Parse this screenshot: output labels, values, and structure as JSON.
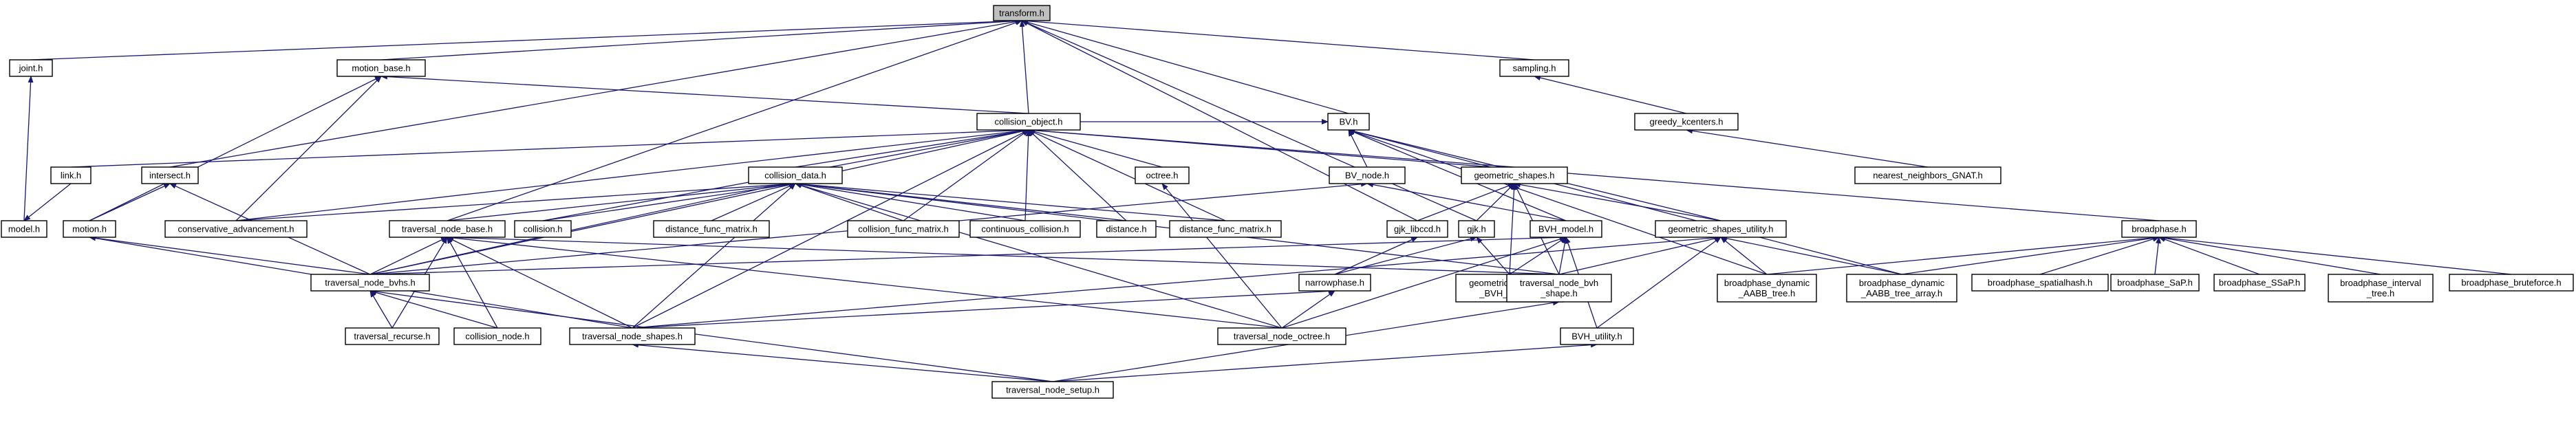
{
  "edge_color": "#191970",
  "root_fill": "#bfbfbf",
  "nodes": [
    {
      "id": "transform",
      "lines": [
        "transform.h"
      ],
      "root": true
    },
    {
      "id": "joint",
      "lines": [
        "joint.h"
      ]
    },
    {
      "id": "motion_base",
      "lines": [
        "motion_base.h"
      ]
    },
    {
      "id": "sampling",
      "lines": [
        "sampling.h"
      ]
    },
    {
      "id": "collision_object",
      "lines": [
        "collision_object.h"
      ]
    },
    {
      "id": "bv",
      "lines": [
        "BV.h"
      ]
    },
    {
      "id": "greedy_kcenters",
      "lines": [
        "greedy_kcenters.h"
      ]
    },
    {
      "id": "link",
      "lines": [
        "link.h"
      ]
    },
    {
      "id": "intersect",
      "lines": [
        "intersect.h"
      ]
    },
    {
      "id": "collision_data",
      "lines": [
        "collision_data.h"
      ]
    },
    {
      "id": "octree",
      "lines": [
        "octree.h"
      ]
    },
    {
      "id": "bv_node",
      "lines": [
        "BV_node.h"
      ]
    },
    {
      "id": "geometric_shapes",
      "lines": [
        "geometric_shapes.h"
      ]
    },
    {
      "id": "nearest_neighbors",
      "lines": [
        "nearest_neighbors_GNAT.h"
      ]
    },
    {
      "id": "model",
      "lines": [
        "model.h"
      ]
    },
    {
      "id": "motion",
      "lines": [
        "motion.h"
      ]
    },
    {
      "id": "conservative_adv",
      "lines": [
        "conservative_advancement.h"
      ]
    },
    {
      "id": "traversal_node_base",
      "lines": [
        "traversal_node_base.h"
      ]
    },
    {
      "id": "collision",
      "lines": [
        "collision.h"
      ]
    },
    {
      "id": "distance_func_matrix",
      "lines": [
        "distance_func_matrix.h"
      ]
    },
    {
      "id": "collision_func_matrix",
      "lines": [
        "collision_func_matrix.h"
      ]
    },
    {
      "id": "continuous_collision",
      "lines": [
        "continuous_collision.h"
      ]
    },
    {
      "id": "distance",
      "lines": [
        "distance.h"
      ]
    },
    {
      "id": "distance_func_matrix2",
      "lines": [
        "distance_func_matrix.h"
      ]
    },
    {
      "id": "gjk_libccd",
      "lines": [
        "gjk_libccd.h"
      ]
    },
    {
      "id": "gjk",
      "lines": [
        "gjk.h"
      ]
    },
    {
      "id": "bvh_model",
      "lines": [
        "BVH_model.h"
      ]
    },
    {
      "id": "geometric_shapes_utility",
      "lines": [
        "geometric_shapes_utility.h"
      ]
    },
    {
      "id": "broadphase",
      "lines": [
        "broadphase.h"
      ]
    },
    {
      "id": "traversal_node_bvhs",
      "lines": [
        "traversal_node_bvhs.h"
      ]
    },
    {
      "id": "narrowphase",
      "lines": [
        "narrowphase.h"
      ]
    },
    {
      "id": "geometric_shape_to_bvh",
      "lines": [
        "geometric_shape_to",
        "_BVH_model.h"
      ]
    },
    {
      "id": "traversal_node_bvh_shape",
      "lines": [
        "traversal_node_bvh",
        "_shape.h"
      ]
    },
    {
      "id": "bp_dyn_aabb_tree",
      "lines": [
        "broadphase_dynamic",
        "_AABB_tree.h"
      ]
    },
    {
      "id": "bp_dyn_aabb_tree_array",
      "lines": [
        "broadphase_dynamic",
        "_AABB_tree_array.h"
      ]
    },
    {
      "id": "bp_spatialhash",
      "lines": [
        "broadphase_spatialhash.h"
      ]
    },
    {
      "id": "bp_sap",
      "lines": [
        "broadphase_SaP.h"
      ]
    },
    {
      "id": "bp_ssap",
      "lines": [
        "broadphase_SSaP.h"
      ]
    },
    {
      "id": "bp_interval_tree",
      "lines": [
        "broadphase_interval",
        "_tree.h"
      ]
    },
    {
      "id": "bp_bruteforce",
      "lines": [
        "broadphase_bruteforce.h"
      ]
    },
    {
      "id": "traversal_recurse",
      "lines": [
        "traversal_recurse.h"
      ]
    },
    {
      "id": "collision_node",
      "lines": [
        "collision_node.h"
      ]
    },
    {
      "id": "traversal_node_shapes",
      "lines": [
        "traversal_node_shapes.h"
      ]
    },
    {
      "id": "traversal_node_octree",
      "lines": [
        "traversal_node_octree.h"
      ]
    },
    {
      "id": "bvh_utility",
      "lines": [
        "BVH_utility.h"
      ]
    },
    {
      "id": "traversal_node_setup",
      "lines": [
        "traversal_node_setup.h"
      ]
    }
  ],
  "edges": [
    [
      "joint",
      "transform"
    ],
    [
      "motion_base",
      "transform"
    ],
    [
      "sampling",
      "transform"
    ],
    [
      "collision_object",
      "transform"
    ],
    [
      "bv",
      "transform"
    ],
    [
      "intersect",
      "transform"
    ],
    [
      "traversal_node_base",
      "transform"
    ],
    [
      "gjk_libccd",
      "transform"
    ],
    [
      "gjk",
      "transform"
    ],
    [
      "model",
      "joint"
    ],
    [
      "link",
      "model"
    ],
    [
      "collision_object",
      "motion_base"
    ],
    [
      "motion",
      "motion_base"
    ],
    [
      "conservative_adv",
      "motion_base"
    ],
    [
      "greedy_kcenters",
      "sampling"
    ],
    [
      "nearest_neighbors",
      "greedy_kcenters"
    ],
    [
      "collision_object",
      "bv"
    ],
    [
      "bv_node",
      "bv"
    ],
    [
      "bvh_model",
      "bv"
    ],
    [
      "geometric_shapes_utility",
      "bv"
    ],
    [
      "bp_dyn_aabb_tree",
      "bv"
    ],
    [
      "bp_dyn_aabb_tree_array",
      "bv"
    ],
    [
      "link",
      "collision_object"
    ],
    [
      "collision_data",
      "collision_object"
    ],
    [
      "octree",
      "collision_object"
    ],
    [
      "geometric_shapes",
      "collision_object"
    ],
    [
      "conservative_adv",
      "collision_object"
    ],
    [
      "collision",
      "collision_object"
    ],
    [
      "collision_func_matrix",
      "collision_object"
    ],
    [
      "continuous_collision",
      "collision_object"
    ],
    [
      "distance",
      "collision_object"
    ],
    [
      "distance_func_matrix2",
      "collision_object"
    ],
    [
      "broadphase",
      "collision_object"
    ],
    [
      "traversal_node_bvhs",
      "collision_object"
    ],
    [
      "traversal_node_shapes",
      "collision_object"
    ],
    [
      "motion",
      "intersect"
    ],
    [
      "traversal_node_bvhs",
      "intersect"
    ],
    [
      "traversal_node_bvhs",
      "motion"
    ],
    [
      "traversal_node_shapes",
      "motion"
    ],
    [
      "conservative_adv",
      "collision_data"
    ],
    [
      "traversal_node_base",
      "collision_data"
    ],
    [
      "collision",
      "collision_data"
    ],
    [
      "distance_func_matrix",
      "collision_data"
    ],
    [
      "collision_func_matrix",
      "collision_data"
    ],
    [
      "continuous_collision",
      "collision_data"
    ],
    [
      "distance",
      "collision_data"
    ],
    [
      "distance_func_matrix2",
      "collision_data"
    ],
    [
      "traversal_node_bvhs",
      "collision_data"
    ],
    [
      "traversal_node_shapes",
      "collision_data"
    ],
    [
      "traversal_node_octree",
      "collision_data"
    ],
    [
      "traversal_node_bvh_shape",
      "collision_data"
    ],
    [
      "traversal_node_octree",
      "octree"
    ],
    [
      "traversal_node_bvhs",
      "bv_node"
    ],
    [
      "bvh_model",
      "bv_node"
    ],
    [
      "gjk_libccd",
      "geometric_shapes"
    ],
    [
      "gjk",
      "geometric_shapes"
    ],
    [
      "geometric_shape_to_bvh",
      "geometric_shapes"
    ],
    [
      "geometric_shapes_utility",
      "geometric_shapes"
    ],
    [
      "traversal_node_bvh_shape",
      "geometric_shapes"
    ],
    [
      "traversal_node_bvhs",
      "traversal_node_base"
    ],
    [
      "traversal_recurse",
      "traversal_node_base"
    ],
    [
      "collision_node",
      "traversal_node_base"
    ],
    [
      "traversal_node_shapes",
      "traversal_node_base"
    ],
    [
      "traversal_node_bvh_shape",
      "traversal_node_base"
    ],
    [
      "traversal_node_octree",
      "traversal_node_base"
    ],
    [
      "narrowphase",
      "gjk_libccd"
    ],
    [
      "narrowphase",
      "gjk"
    ],
    [
      "geometric_shape_to_bvh",
      "gjk"
    ],
    [
      "traversal_node_bvhs",
      "bvh_model"
    ],
    [
      "geometric_shape_to_bvh",
      "bvh_model"
    ],
    [
      "traversal_node_bvh_shape",
      "bvh_model"
    ],
    [
      "bvh_utility",
      "bvh_model"
    ],
    [
      "traversal_node_octree",
      "bvh_model"
    ],
    [
      "bp_dyn_aabb_tree",
      "geometric_shapes_utility"
    ],
    [
      "bp_dyn_aabb_tree_array",
      "geometric_shapes_utility"
    ],
    [
      "traversal_node_bvh_shape",
      "geometric_shapes_utility"
    ],
    [
      "traversal_node_shapes",
      "geometric_shapes_utility"
    ],
    [
      "bvh_utility",
      "geometric_shapes_utility"
    ],
    [
      "bp_dyn_aabb_tree",
      "broadphase"
    ],
    [
      "bp_dyn_aabb_tree_array",
      "broadphase"
    ],
    [
      "bp_spatialhash",
      "broadphase"
    ],
    [
      "bp_sap",
      "broadphase"
    ],
    [
      "bp_ssap",
      "broadphase"
    ],
    [
      "bp_interval_tree",
      "broadphase"
    ],
    [
      "bp_bruteforce",
      "broadphase"
    ],
    [
      "traversal_recurse",
      "traversal_node_bvhs"
    ],
    [
      "collision_node",
      "traversal_node_bvhs"
    ],
    [
      "traversal_node_setup",
      "traversal_node_bvhs"
    ],
    [
      "traversal_node_shapes",
      "narrowphase"
    ],
    [
      "traversal_node_octree",
      "narrowphase"
    ],
    [
      "traversal_node_setup",
      "traversal_node_shapes"
    ],
    [
      "traversal_node_setup",
      "traversal_node_bvh_shape"
    ],
    [
      "traversal_node_setup",
      "bvh_utility"
    ]
  ]
}
